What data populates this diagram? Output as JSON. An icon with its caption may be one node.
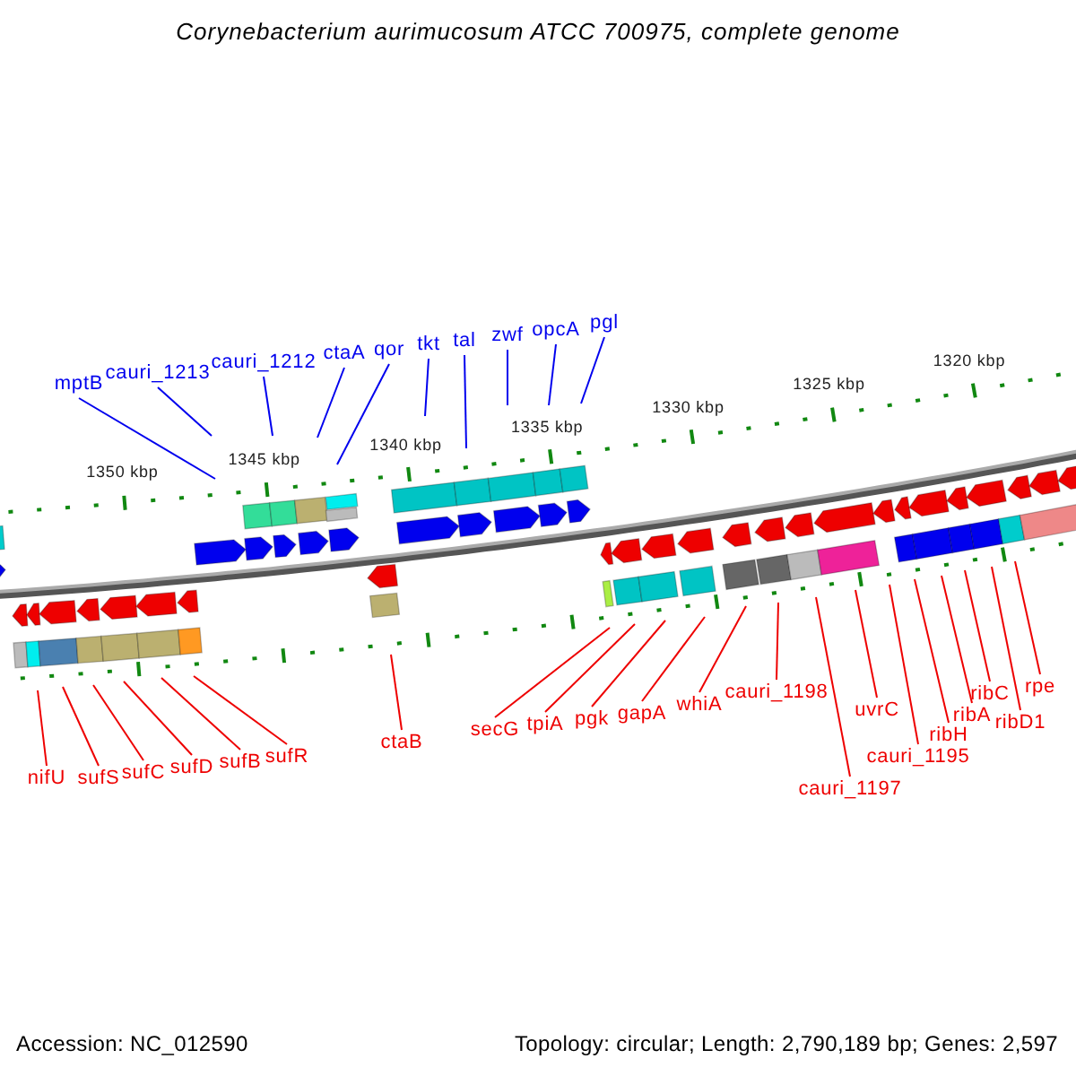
{
  "diagram": {
    "title": "Corynebacterium aurimucosum ATCC 700975, complete genome",
    "nodes": [
      {
        "text": [
          "mptB"
        ]
      },
      {
        "text": [
          "cauri_1213"
        ]
      },
      {
        "text": [
          "cauri_1212"
        ]
      },
      {
        "text": [
          "ctaA"
        ]
      },
      {
        "text": [
          "qor"
        ]
      },
      {
        "text": [
          "tkt"
        ]
      },
      {
        "text": [
          "tal"
        ]
      },
      {
        "text": [
          "zwf"
        ]
      },
      {
        "text": [
          "opcA"
        ]
      },
      {
        "text": [
          "pgl"
        ]
      },
      {
        "text": [
          "nifU"
        ]
      },
      {
        "text": [
          "sufS"
        ]
      },
      {
        "text": [
          "sufC"
        ]
      },
      {
        "text": [
          "sufD"
        ]
      },
      {
        "text": [
          "sufB"
        ]
      },
      {
        "text": [
          "sufR"
        ]
      },
      {
        "text": [
          "ctaB"
        ]
      },
      {
        "text": [
          "secG"
        ]
      },
      {
        "text": [
          "tpiA"
        ]
      },
      {
        "text": [
          "pgk"
        ]
      },
      {
        "text": [
          "gapA"
        ]
      },
      {
        "text": [
          "whiA"
        ]
      },
      {
        "text": [
          "cauri_1198"
        ]
      },
      {
        "text": [
          "cauri_1197"
        ]
      },
      {
        "text": [
          "uvrC"
        ]
      },
      {
        "text": [
          "cauri_1195"
        ]
      },
      {
        "text": [
          "ribH"
        ]
      },
      {
        "text": [
          "ribA"
        ]
      },
      {
        "text": [
          "ribC"
        ]
      },
      {
        "text": [
          "ribD1"
        ]
      },
      {
        "text": [
          "rpe"
        ]
      }
    ],
    "edges": [
      {
        "from": 0,
        "to": null,
        "arrow": "none",
        "color": "#0000ee"
      },
      {
        "from": 1,
        "to": null,
        "arrow": "none",
        "color": "#0000ee"
      },
      {
        "from": 2,
        "to": null,
        "arrow": "none",
        "color": "#0000ee"
      },
      {
        "from": 3,
        "to": null,
        "arrow": "none",
        "color": "#0000ee"
      },
      {
        "from": 4,
        "to": null,
        "arrow": "none",
        "color": "#0000ee"
      },
      {
        "from": 5,
        "to": null,
        "arrow": "none",
        "color": "#0000ee"
      },
      {
        "from": 6,
        "to": null,
        "arrow": "none",
        "color": "#0000ee"
      },
      {
        "from": 7,
        "to": null,
        "arrow": "none",
        "color": "#0000ee"
      },
      {
        "from": 8,
        "to": null,
        "arrow": "none",
        "color": "#0000ee"
      },
      {
        "from": 9,
        "to": null,
        "arrow": "none",
        "color": "#0000ee"
      },
      {
        "from": 10,
        "to": null,
        "arrow": "none"
      },
      {
        "from": 11,
        "to": null,
        "arrow": "none"
      },
      {
        "from": 12,
        "to": null,
        "arrow": "none"
      },
      {
        "from": 13,
        "to": null,
        "arrow": "none"
      },
      {
        "from": 14,
        "to": null,
        "arrow": "none"
      },
      {
        "from": 15,
        "to": null,
        "arrow": "none"
      },
      {
        "from": 16,
        "to": null,
        "arrow": "none"
      },
      {
        "from": 17,
        "to": null,
        "arrow": "none"
      },
      {
        "from": 18,
        "to": null,
        "arrow": "none"
      },
      {
        "from": 19,
        "to": null,
        "arrow": "none"
      },
      {
        "from": 20,
        "to": null,
        "arrow": "none"
      },
      {
        "from": 21,
        "to": null,
        "arrow": "none"
      },
      {
        "from": 22,
        "to": null,
        "arrow": "none"
      },
      {
        "from": 23,
        "to": null,
        "arrow": "none"
      },
      {
        "from": 24,
        "to": null,
        "arrow": "none"
      },
      {
        "from": 25,
        "to": null,
        "arrow": "none"
      },
      {
        "from": 26,
        "to": null,
        "arrow": "none"
      },
      {
        "from": 27,
        "to": null,
        "arrow": "none"
      },
      {
        "from": 28,
        "to": null,
        "arrow": "none"
      },
      {
        "from": 29,
        "to": null,
        "arrow": "none"
      },
      {
        "from": 30,
        "to": null,
        "arrow": "none"
      }
    ],
    "labels": [
      "1350 kbp",
      "1345 kbp",
      "1340 kbp",
      "1335 kbp",
      "1330 kbp",
      "1325 kbp",
      "1320 kbp",
      "Accession: NC_012590",
      "Topology: circular; Length: 2,790,189 bp; Genes: 2,597"
    ]
  }
}
